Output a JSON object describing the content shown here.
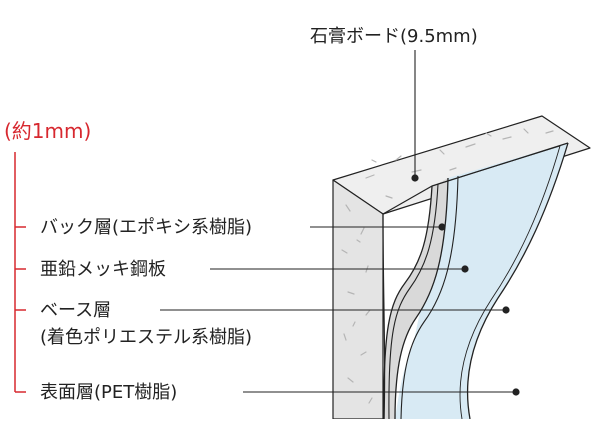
{
  "colors": {
    "accent_red": "#d7282f",
    "line": "#222222",
    "gypsum": "#e7e7e7",
    "surface_blue": "#d8eaf4"
  },
  "labels": {
    "gypsum_board": "石膏ボード(9.5mm)",
    "thickness": "(約1mm)",
    "back_layer": "バック層(エポキシ系樹脂)",
    "steel_sheet": "亜鉛メッキ鋼板",
    "base_layer_line1": "ベース層",
    "base_layer_line2": "(着色ポリエステル系樹脂)",
    "surface_layer": "表面層(PET樹脂)"
  }
}
